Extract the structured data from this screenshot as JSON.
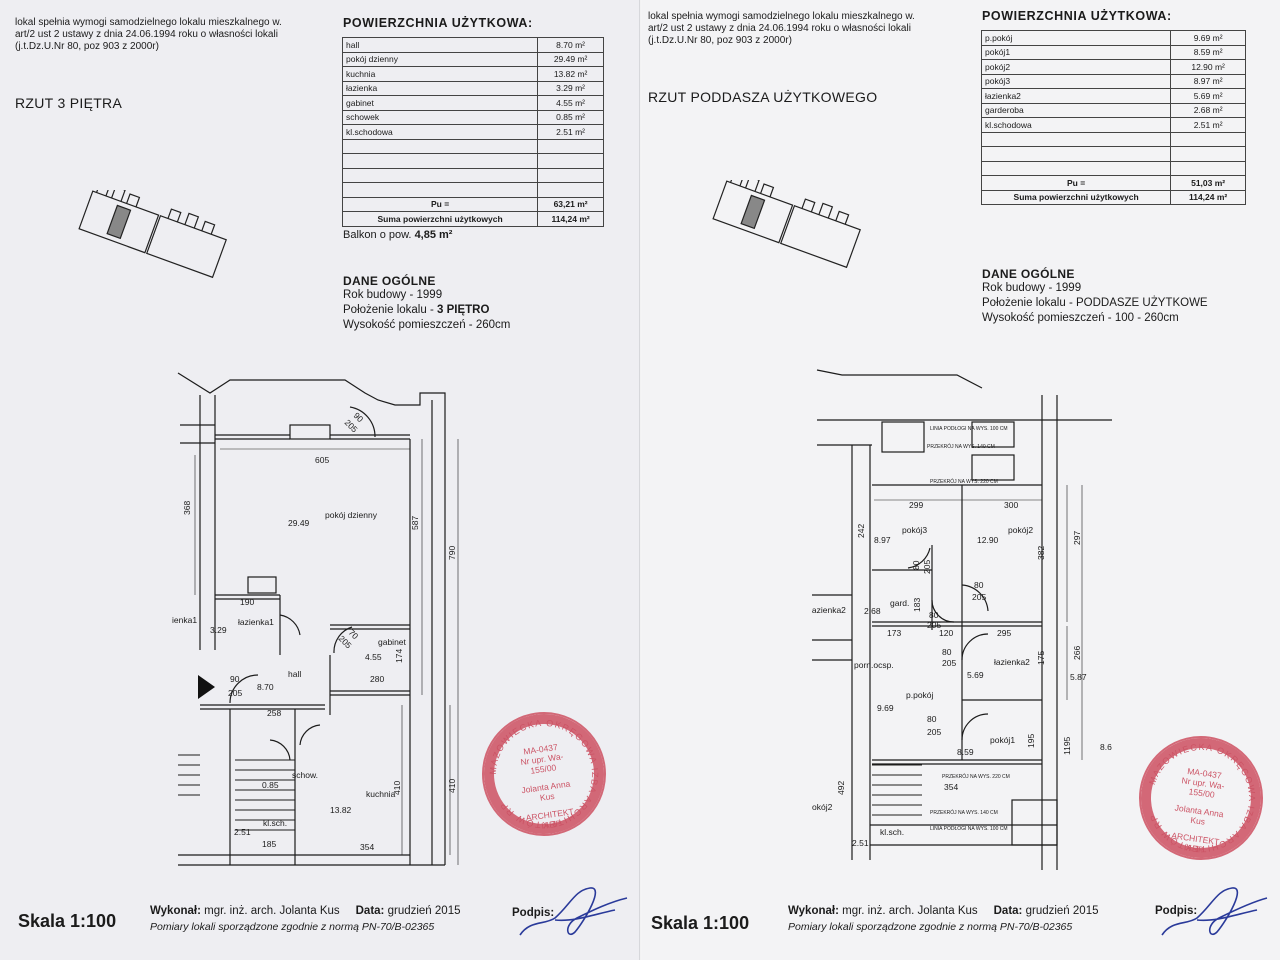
{
  "left": {
    "legal": [
      "lokal spełnia wymogi samodzielnego lokalu mieszkalnego w.",
      "art/2 ust 2 ustawy z dnia 24.06.1994 roku o własności lokali",
      "(j.t.Dz.U.Nr 80, poz 903 z 2000r)"
    ],
    "rzut": "RZUT 3 PIĘTRA",
    "table_title": "POWIERZCHNIA UŻYTKOWA:",
    "rows": [
      {
        "name": "hall",
        "value": "8.70 m²"
      },
      {
        "name": "pokój dzienny",
        "value": "29.49 m²"
      },
      {
        "name": "kuchnia",
        "value": "13.82 m²"
      },
      {
        "name": "łazienka",
        "value": "3.29 m²"
      },
      {
        "name": "gabinet",
        "value": "4.55 m²"
      },
      {
        "name": "schowek",
        "value": "0.85 m²"
      },
      {
        "name": "kl.schodowa",
        "value": "2.51 m²"
      }
    ],
    "pu_label": "Pu =",
    "pu_value": "63,21 m²",
    "suma_label": "Suma powierzchni użytkowych",
    "suma_value": "114,24 m²",
    "balkon_label": "Balkon o pow.",
    "balkon_value": "4,85 m²",
    "dane_title": "DANE OGÓLNE",
    "rok": "Rok budowy - 1999",
    "polozenie_label": "Położenie lokalu - ",
    "polozenie_value": "3 PIĘTRO",
    "wysokosc": "Wysokość pomieszczeń - 260cm",
    "plan_labels": {
      "d605": "605",
      "d368": "368",
      "d587": "587",
      "d790": "790",
      "pokoj_dzienny": "pokój dzienny",
      "a2949": "29.49",
      "d190": "190",
      "lazienka1": "łazienka1",
      "a329": "3.29",
      "lazienka1b": "ienka1",
      "gabinet": "gabinet",
      "a455": "4.55",
      "d174": "174",
      "hall": "hall",
      "a870": "8.70",
      "d280": "280",
      "d258": "258",
      "door90a": "90",
      "door205a": "205",
      "door70": "70",
      "door205b": "205",
      "door90b": "90",
      "door205c": "205",
      "schowek": "schow.",
      "a085": "0.85",
      "kuchnia": "kuchnia",
      "a1382": "13.82",
      "d410a": "410",
      "d410b": "410",
      "klsch": "kl.sch.",
      "a251": "2.51",
      "d185": "185",
      "d354": "354"
    },
    "skala": "Skala 1:100",
    "wykonal_label": "Wykonał:",
    "wykonal": "mgr. inż. arch. Jolanta Kus",
    "data_label": "Data:",
    "data": "grudzień 2015",
    "podpis_label": "Podpis:",
    "pomiary": "Pomiary lokali sporządzone zgodnie z normą PN-70/B-02365",
    "stamp": {
      "ring": "MAZOWIECKA OKRĘGOWA IZBA ARCHITEKTÓW RP",
      "l1": "MA-0437",
      "l2": "Nr upr. Wa-155/00",
      "l3": "Jolanta Anna",
      "l4": "Kus",
      "l5": "ARCHITEKT",
      "l6": "IARP"
    }
  },
  "right": {
    "legal": [
      "lokal spełnia wymogi samodzielnego lokalu mieszkalnego w.",
      "art/2 ust 2 ustawy z dnia 24.06.1994 roku o własności lokali",
      "(j.t.Dz.U.Nr 80, poz 903 z 2000r)"
    ],
    "rzut": "RZUT PODDASZA UŻYTKOWEGO",
    "table_title": "POWIERZCHNIA UŻYTKOWA:",
    "rows": [
      {
        "name": "p.pokój",
        "value": "9.69 m²"
      },
      {
        "name": "pokój1",
        "value": "8.59 m²"
      },
      {
        "name": "pokój2",
        "value": "12.90 m²"
      },
      {
        "name": "pokój3",
        "value": "8.97 m²"
      },
      {
        "name": "łazienka2",
        "value": "5.69 m²"
      },
      {
        "name": "garderoba",
        "value": "2.68 m²"
      },
      {
        "name": "kl.schodowa",
        "value": "2.51 m²"
      }
    ],
    "pu_label": "Pu =",
    "pu_value": "51,03 m²",
    "suma_label": "Suma powierzchni użytkowych",
    "suma_value": "114,24 m²",
    "dane_title": "DANE OGÓLNE",
    "rok": "Rok budowy - 1999",
    "polozenie": "Położenie lokalu - PODDASZE UŻYTKOWE",
    "wysokosc": "Wysokość pomieszczeń -  100 - 260cm",
    "plan_labels": {
      "linia100": "LINIA PODŁOGI NA WYS. 100 CM",
      "prz140": "PRZEKRÓJ NA WYS. 140 CM",
      "prz220": "PRZEKRÓJ NA WYS. 220 CM",
      "d299": "299",
      "d300": "300",
      "d242": "242",
      "d382": "382",
      "d297": "297",
      "pokoj3": "pokój3",
      "a897": "8.97",
      "pokoj2": "pokój2",
      "a1290": "12.90",
      "dr80a": "80",
      "dr205a": "205",
      "dr80b": "80",
      "dr205b": "205",
      "lazienka2l": "łazienka2",
      "gard": "gard.",
      "a268": "2.68",
      "d183": "183",
      "dr80c": "80",
      "dr205c": "205",
      "d173": "173",
      "d120": "120",
      "d295": "295",
      "d266": "266",
      "dr80d": "80",
      "dr205d": "205",
      "lazienka2": "łazienka2",
      "a569": "5.69",
      "d175": "175",
      "a587": "5.87",
      "porn": "porn.ocsp.",
      "ppokoj": "p.pokój",
      "a969": "9.69",
      "dr80e": "80",
      "dr205e": "205",
      "pokoj1": "pokój1",
      "a859": "8.59",
      "d195": "195",
      "d1195": "1195",
      "a86": "8.6",
      "prz220b": "PRZEKRÓJ NA WYS. 220 CM",
      "d354": "354",
      "d492": "492",
      "pokoj2l": "okój2",
      "prz140b": "PRZEKRÓJ NA WYS. 140 CM",
      "linia100b": "LINIA PODŁOGI NA WYS. 100 CM",
      "klsch": "kl.sch.",
      "a251": "2.51"
    },
    "skala": "Skala 1:100",
    "wykonal_label": "Wykonał:",
    "wykonal": "mgr. inż. arch. Jolanta Kus",
    "data_label": "Data:",
    "data": "grudzień 2015",
    "podpis_label": "Podpis:",
    "pomiary": "Pomiary lokali sporządzone zgodnie z normą PN-70/B-02365",
    "stamp": {
      "ring": "MAZOWIECKA OKRĘGOWA IZBA ARCHITEKTÓW RP",
      "l1": "MA-0437",
      "l2": "Nr upr. Wa-155/00",
      "l3": "Jolanta Anna",
      "l4": "Kus",
      "l5": "ARCHITEKT",
      "l6": "IARP"
    }
  },
  "colors": {
    "paper": "#eeeef2",
    "ink": "#1b1b1b",
    "stamp": "#c84356",
    "signature": "#2a3a9a"
  }
}
